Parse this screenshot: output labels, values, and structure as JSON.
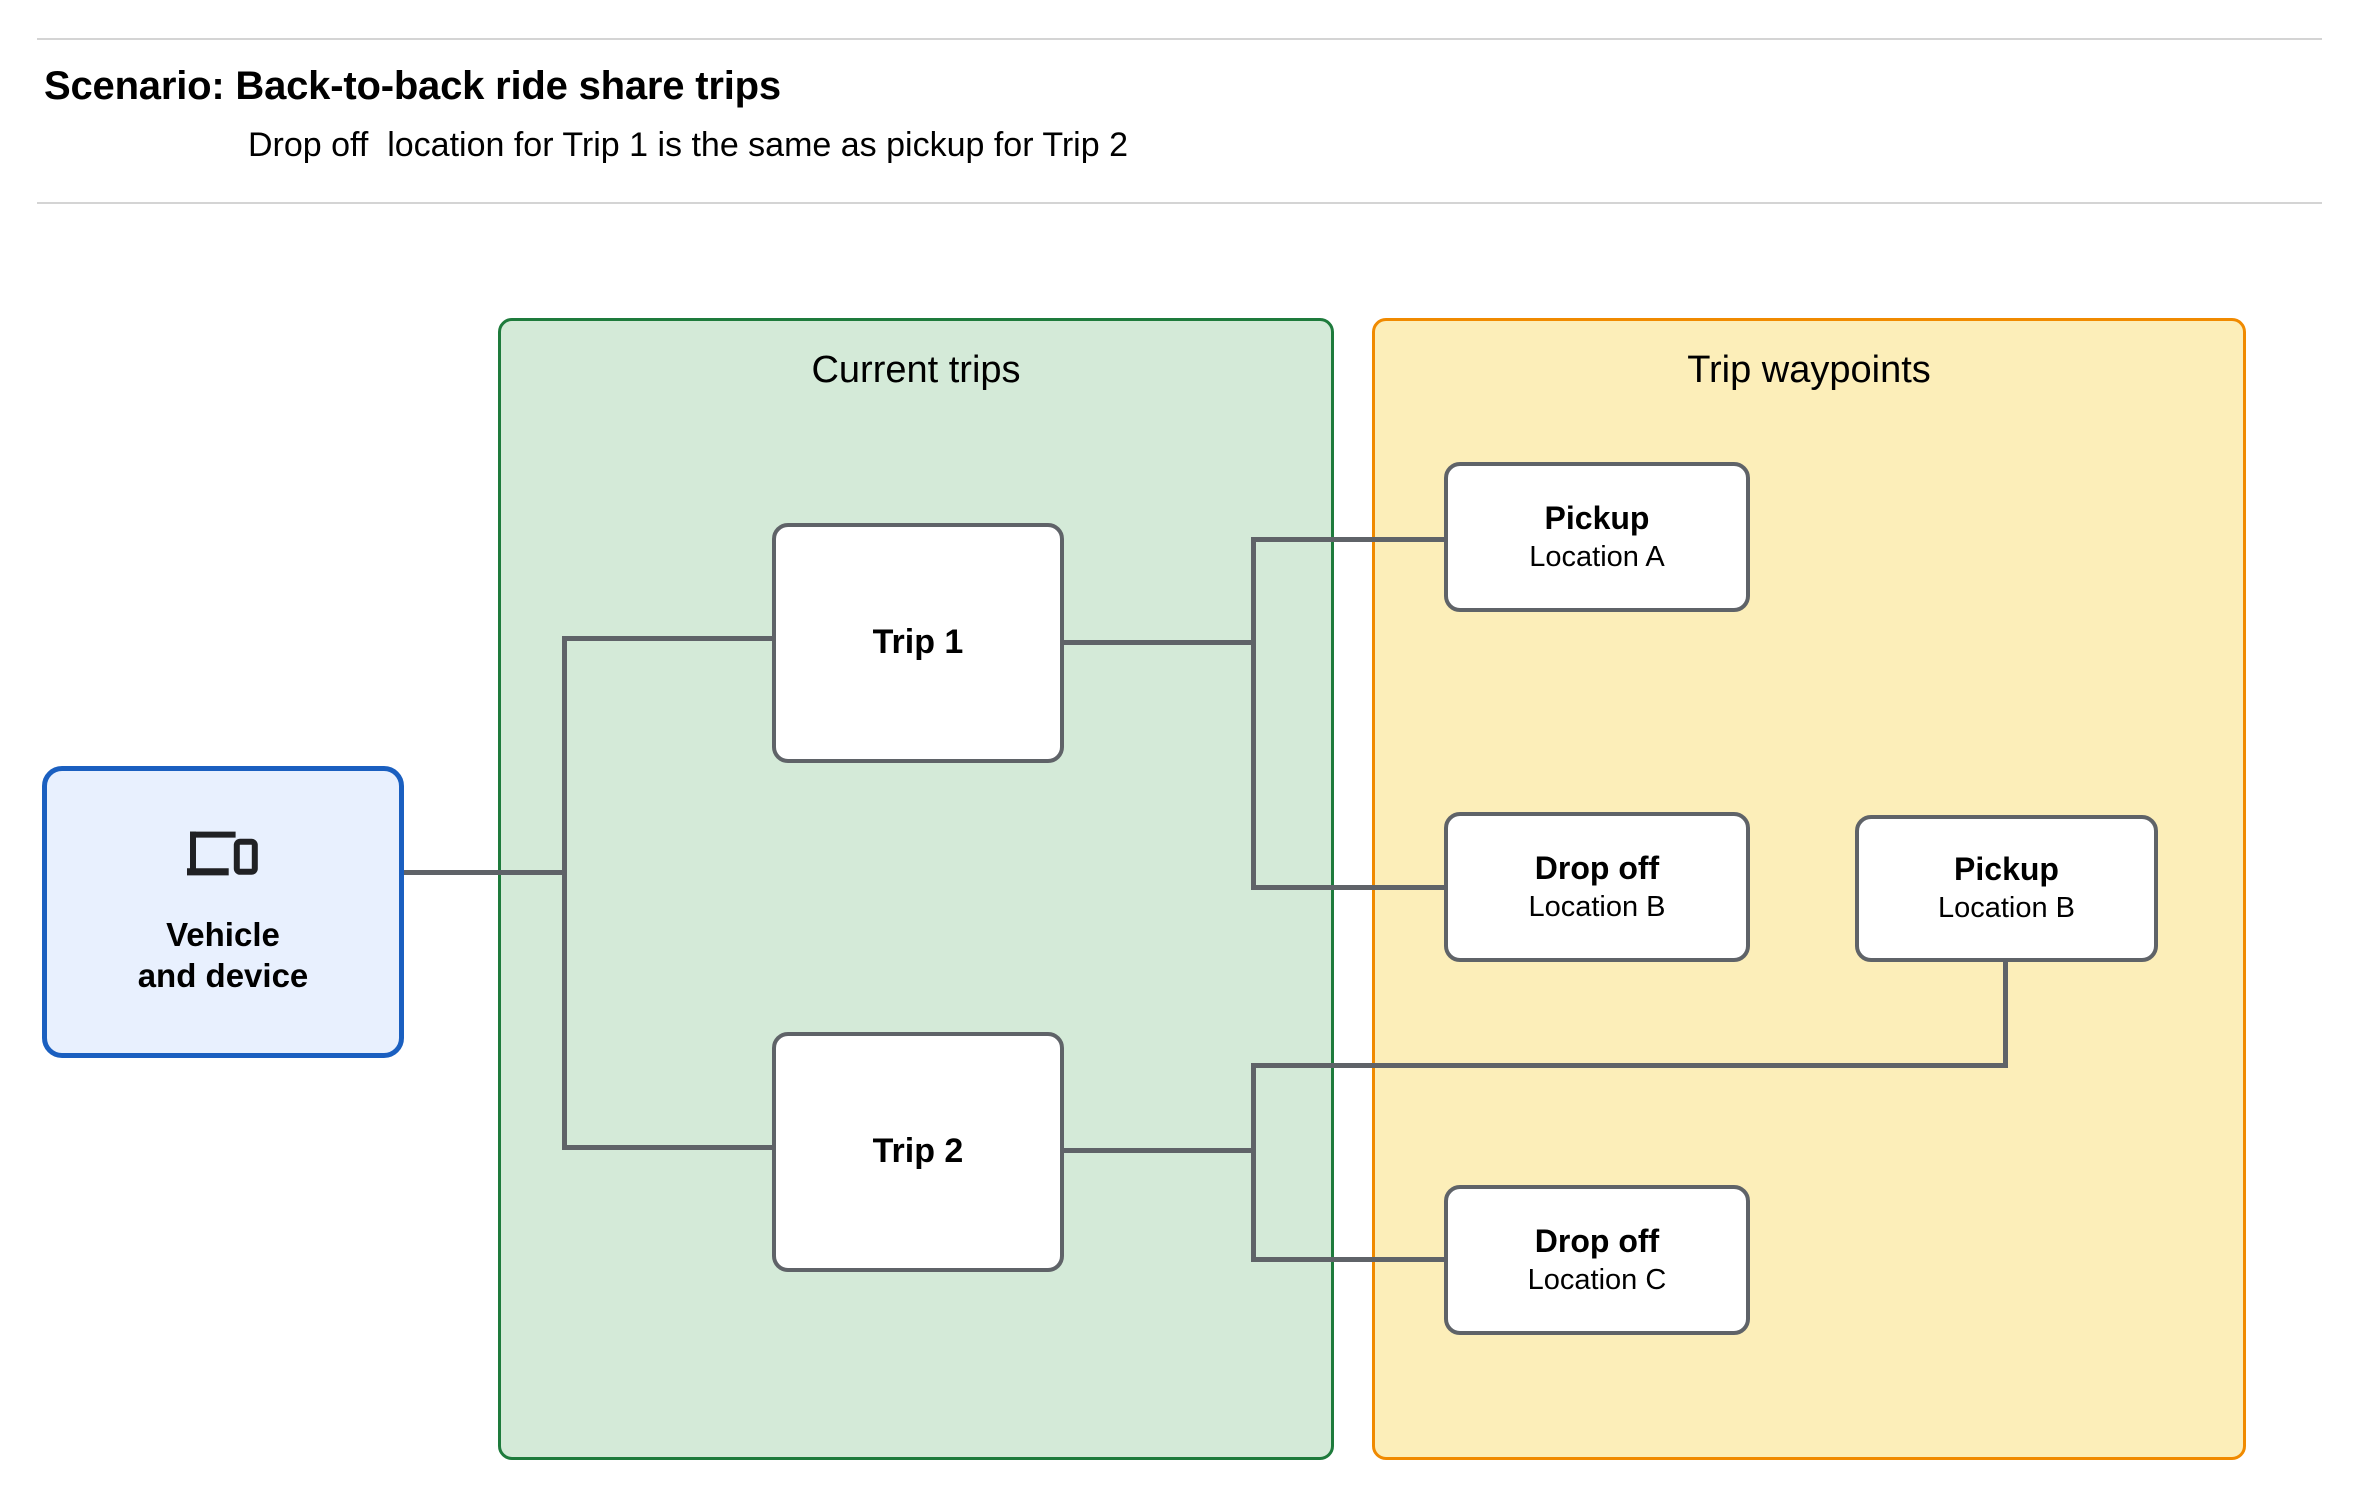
{
  "header": {
    "title": "Scenario: Back-to-back ride share trips",
    "subtitle": "Drop off  location for Trip 1 is the same as pickup for Trip 2"
  },
  "groups": {
    "current_trips": {
      "title": "Current trips",
      "fill": "#d4ead8",
      "border": "#1e7b3c"
    },
    "trip_waypoints": {
      "title": "Trip waypoints",
      "fill": "#fceeb9",
      "border": "#f08a00"
    }
  },
  "nodes": {
    "vehicle": {
      "label": "Vehicle\nand device",
      "icon": "devices-icon",
      "fill": "#e8f0fe",
      "border": "#1a5fc0"
    },
    "trip_1": {
      "title": "Trip 1"
    },
    "trip_2": {
      "title": "Trip 2"
    },
    "pickup_a": {
      "title": "Pickup",
      "sub": "Location A"
    },
    "dropoff_b": {
      "title": "Drop off",
      "sub": "Location B"
    },
    "pickup_b": {
      "title": "Pickup",
      "sub": "Location B"
    },
    "dropoff_c": {
      "title": "Drop off",
      "sub": "Location C"
    }
  },
  "colors": {
    "connector": "#5f6368",
    "node_border": "#5f6368",
    "rule": "#d4d4d4",
    "text": "#000000"
  }
}
